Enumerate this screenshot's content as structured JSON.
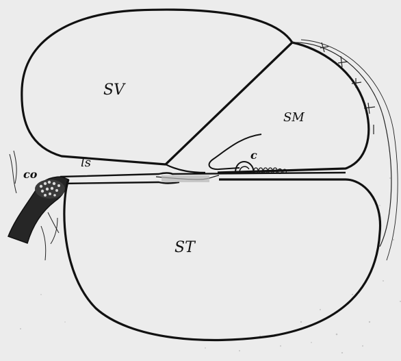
{
  "labels": {
    "sv": "SV",
    "sm": "SM",
    "st": "ST",
    "ls": "ls",
    "co": "co",
    "c": "c"
  },
  "colors": {
    "background": "#ececec",
    "ink": "#111111",
    "speckle": "#9a9a9a"
  }
}
